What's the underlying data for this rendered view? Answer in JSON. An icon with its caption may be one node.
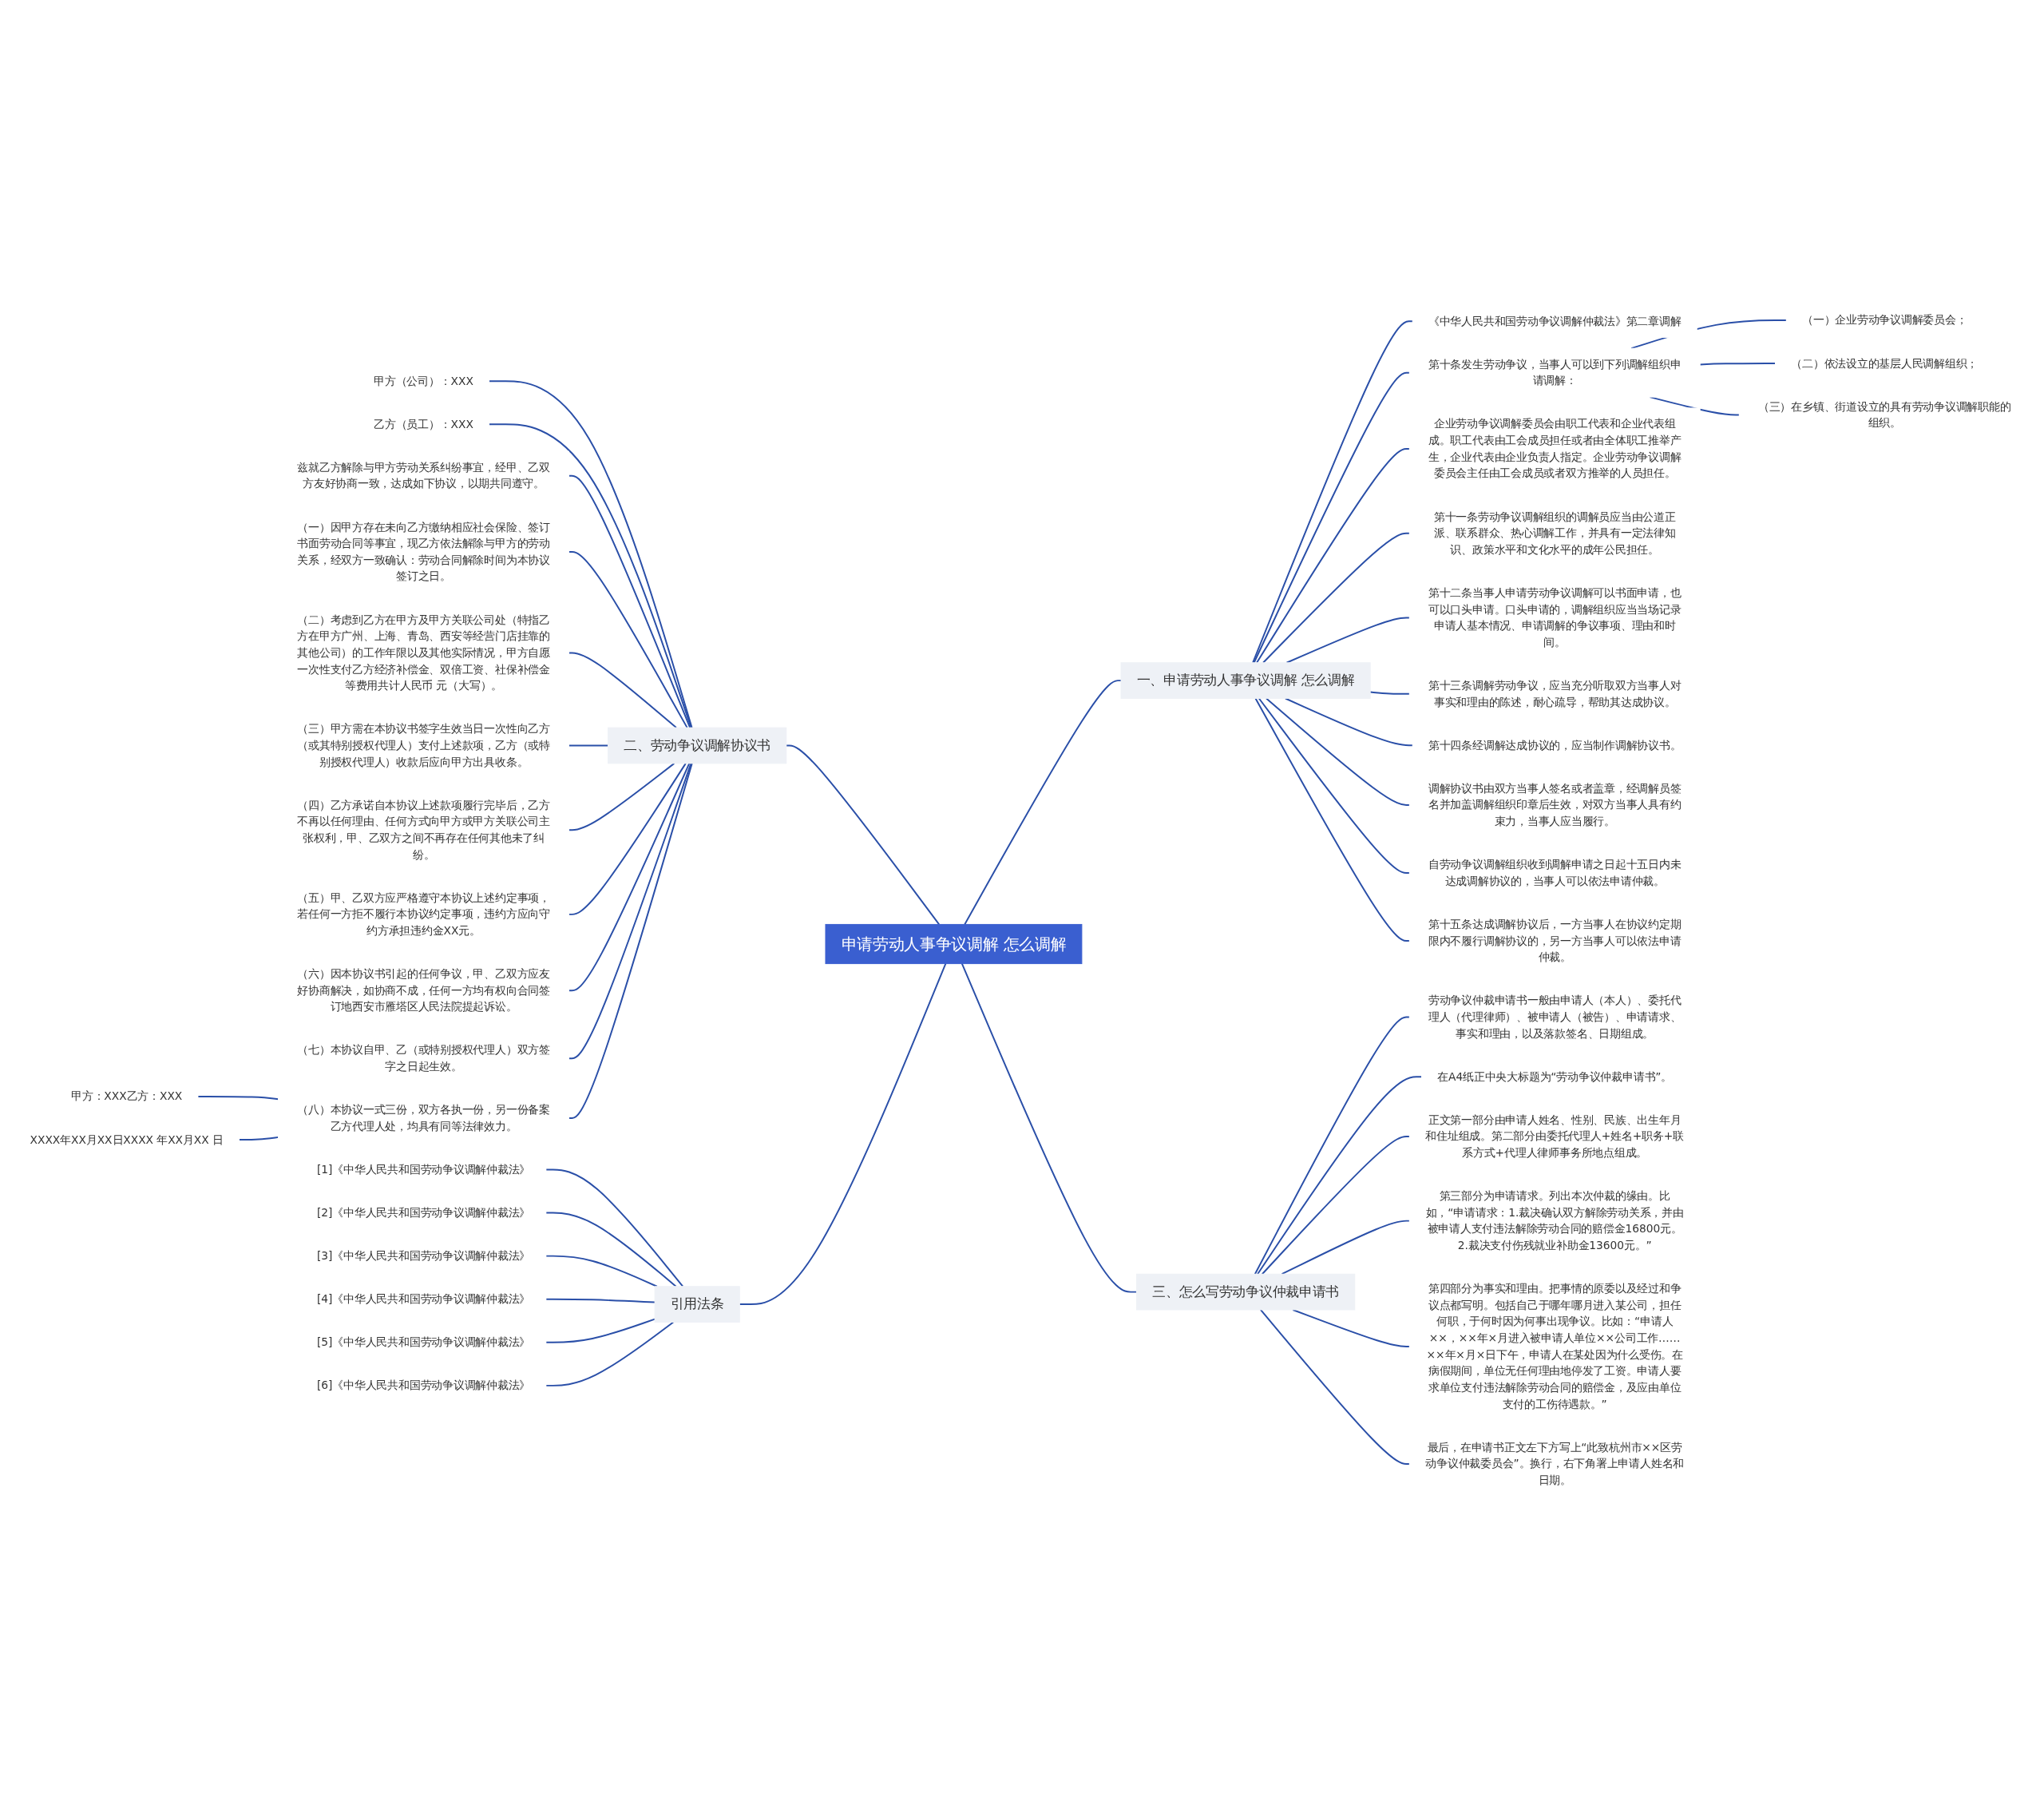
{
  "diagram": {
    "nodes": [
      {
        "text": [
          "申请劳动人事争议调解 怎么调解"
        ]
      },
      {
        "text": [
          "一、申请劳动人事争议调解 怎么调解"
        ]
      },
      {
        "text": [
          "《中华人民共和国劳动争议调解仲裁法》第二章调解"
        ]
      },
      {
        "text": [
          "第十条发生劳动争议，当事人可以到下列调解组织申请调解："
        ]
      },
      {
        "text": [
          "（一）企业劳动争议调解委员会；"
        ]
      },
      {
        "text": [
          "（二）依法设立的基层人民调解组织；"
        ]
      },
      {
        "text": [
          "（三）在乡镇、街道设立的具有劳动争议调解职能的组织。"
        ]
      },
      {
        "text": [
          "企业劳动争议调解委员会由职工代表和企业代表组成。职工代表由工会成员担任或者由全体职工推举产生，企业代表由企业负责人指定。企业劳动争议调解委员会主任由工会成员或者双方推举的人员担任。"
        ]
      },
      {
        "text": [
          "第十一条劳动争议调解组织的调解员应当由公道正派、联系群众、热心调解工作，并具有一定法律知识、政策水平和文化水平的成年公民担任。"
        ]
      },
      {
        "text": [
          "第十二条当事人申请劳动争议调解可以书面申请，也可以口头申请。口头申请的，调解组织应当当场记录申请人基本情况、申请调解的争议事项、理由和时间。"
        ]
      },
      {
        "text": [
          "第十三条调解劳动争议，应当充分听取双方当事人对事实和理由的陈述，耐心疏导，帮助其达成协议。"
        ]
      },
      {
        "text": [
          "第十四条经调解达成协议的，应当制作调解协议书。"
        ]
      },
      {
        "text": [
          "调解协议书由双方当事人签名或者盖章，经调解员签名并加盖调解组织印章后生效，对双方当事人具有约束力，当事人应当履行。"
        ]
      },
      {
        "text": [
          "自劳动争议调解组织收到调解申请之日起十五日内未达成调解协议的，当事人可以依法申请仲裁。"
        ]
      },
      {
        "text": [
          "第十五条达成调解协议后，一方当事人在协议约定期限内不履行调解协议的，另一方当事人可以依法申请仲裁。"
        ]
      },
      {
        "text": [
          "三、怎么写劳动争议仲裁申请书"
        ]
      },
      {
        "text": [
          "劳动争议仲裁申请书一般由申请人（本人）、委托代理人（代理律师）、被申请人（被告）、申请请求、事实和理由，以及落款签名、日期组成。"
        ]
      },
      {
        "text": [
          "在A4纸正中央大标题为“劳动争议仲裁申请书”。"
        ]
      },
      {
        "text": [
          "正文第一部分由申请人姓名、性别、民族、出生年月和住址组成。第二部分由委托代理人+姓名+职务+联系方式+代理人律师事务所地点组成。"
        ]
      },
      {
        "text": [
          "第三部分为申请请求。列出本次仲裁的缘由。比如，“申请请求：1.裁决确认双方解除劳动关系，并由被申请人支付违法解除劳动合同的赔偿金16800元。2.裁决支付伤残就业补助金13600元。”"
        ]
      },
      {
        "text": [
          "第四部分为事实和理由。把事情的原委以及经过和争议点都写明。包括自己于哪年哪月进入某公司，担任何职，于何时因为何事出现争议。比如：“申请人××，××年×月进入被申请人单位××公司工作……××年×月×日下午，申请人在某处因为什么受伤。在病假期间，单位无任何理由地停发了工资。申请人要求单位支付违法解除劳动合同的赔偿金，及应由单位支付的工伤待遇款。”"
        ]
      },
      {
        "text": [
          "最后，在申请书正文左下方写上“此致杭州市××区劳动争议仲裁委员会”。换行，右下角署上申请人姓名和日期。"
        ]
      },
      {
        "text": [
          "二、劳动争议调解协议书"
        ]
      },
      {
        "text": [
          "甲方（公司）：XXX"
        ]
      },
      {
        "text": [
          "乙方（员工）：XXX"
        ]
      },
      {
        "text": [
          "兹就乙方解除与甲方劳动关系纠纷事宜，经甲、乙双方友好协商一致，达成如下协议，以期共同遵守。"
        ]
      },
      {
        "text": [
          "（一）因甲方存在未向乙方缴纳相应社会保险、签订书面劳动合同等事宜，现乙方依法解除与甲方的劳动关系，经双方一致确认：劳动合同解除时间为本协议签订之日。"
        ]
      },
      {
        "text": [
          "（二）考虑到乙方在甲方及甲方关联公司处（特指乙方在甲方广州、上海、青岛、西安等经营门店挂靠的其他公司）的工作年限以及其他实际情况，甲方自愿一次性支付乙方经济补偿金、双倍工资、社保补偿金等费用共计人民币 元（大写）。"
        ]
      },
      {
        "text": [
          "（三）甲方需在本协议书签字生效当日一次性向乙方（或其特别授权代理人）支付上述款项，乙方（或特别授权代理人）收款后应向甲方出具收条。"
        ]
      },
      {
        "text": [
          "（四）乙方承诺自本协议上述款项履行完毕后，乙方不再以任何理由、任何方式向甲方或甲方关联公司主张权利，甲、乙双方之间不再存在任何其他未了纠纷。"
        ]
      },
      {
        "text": [
          "（五）甲、乙双方应严格遵守本协议上述约定事项，若任何一方拒不履行本协议约定事项，违约方应向守约方承担违约金XX元。"
        ]
      },
      {
        "text": [
          "（六）因本协议书引起的任何争议，甲、乙双方应友好协商解决，如协商不成，任何一方均有权向合同签订地西安市雁塔区人民法院提起诉讼。"
        ]
      },
      {
        "text": [
          "（七）本协议自甲、乙（或特别授权代理人）双方签字之日起生效。"
        ]
      },
      {
        "text": [
          "（八）本协议一式三份，双方各执一份，另一份备案乙方代理人处，均具有同等法律效力。"
        ]
      },
      {
        "text": [
          "甲方：XXX乙方：XXX"
        ]
      },
      {
        "text": [
          "XXXX年XX月XX日XXXX 年XX月XX 日"
        ]
      },
      {
        "text": [
          "引用法条"
        ]
      },
      {
        "text": [
          "[1]《中华人民共和国劳动争议调解仲裁法》"
        ]
      },
      {
        "text": [
          "[2]《中华人民共和国劳动争议调解仲裁法》"
        ]
      },
      {
        "text": [
          "[3]《中华人民共和国劳动争议调解仲裁法》"
        ]
      },
      {
        "text": [
          "[4]《中华人民共和国劳动争议调解仲裁法》"
        ]
      },
      {
        "text": [
          "[5]《中华人民共和国劳动争议调解仲裁法》"
        ]
      },
      {
        "text": [
          "[6]《中华人民共和国劳动争议调解仲裁法》"
        ]
      }
    ],
    "edges": [
      {
        "from": 0,
        "to": 1,
        "arrow": "none"
      },
      {
        "from": 1,
        "to": 2,
        "arrow": "none"
      },
      {
        "from": 1,
        "to": 3,
        "arrow": "none"
      },
      {
        "from": 3,
        "to": 4,
        "arrow": "none"
      },
      {
        "from": 3,
        "to": 5,
        "arrow": "none"
      },
      {
        "from": 3,
        "to": 6,
        "arrow": "none"
      },
      {
        "from": 1,
        "to": 7,
        "arrow": "none"
      },
      {
        "from": 1,
        "to": 8,
        "arrow": "none"
      },
      {
        "from": 1,
        "to": 9,
        "arrow": "none"
      },
      {
        "from": 1,
        "to": 10,
        "arrow": "none"
      },
      {
        "from": 1,
        "to": 11,
        "arrow": "none"
      },
      {
        "from": 1,
        "to": 12,
        "arrow": "none"
      },
      {
        "from": 1,
        "to": 13,
        "arrow": "none"
      },
      {
        "from": 1,
        "to": 14,
        "arrow": "none"
      },
      {
        "from": 0,
        "to": 15,
        "arrow": "none"
      },
      {
        "from": 15,
        "to": 16,
        "arrow": "none"
      },
      {
        "from": 15,
        "to": 17,
        "arrow": "none"
      },
      {
        "from": 15,
        "to": 18,
        "arrow": "none"
      },
      {
        "from": 15,
        "to": 19,
        "arrow": "none"
      },
      {
        "from": 15,
        "to": 20,
        "arrow": "none"
      },
      {
        "from": 15,
        "to": 21,
        "arrow": "none"
      },
      {
        "from": 0,
        "to": 22,
        "arrow": "none"
      },
      {
        "from": 22,
        "to": 23,
        "arrow": "none"
      },
      {
        "from": 22,
        "to": 24,
        "arrow": "none"
      },
      {
        "from": 22,
        "to": 25,
        "arrow": "none"
      },
      {
        "from": 22,
        "to": 26,
        "arrow": "none"
      },
      {
        "from": 22,
        "to": 27,
        "arrow": "none"
      },
      {
        "from": 22,
        "to": 28,
        "arrow": "none"
      },
      {
        "from": 22,
        "to": 29,
        "arrow": "none"
      },
      {
        "from": 22,
        "to": 30,
        "arrow": "none"
      },
      {
        "from": 22,
        "to": 31,
        "arrow": "none"
      },
      {
        "from": 22,
        "to": 32,
        "arrow": "none"
      },
      {
        "from": 22,
        "to": 33,
        "arrow": "none"
      },
      {
        "from": 33,
        "to": 34,
        "arrow": "none"
      },
      {
        "from": 33,
        "to": 35,
        "arrow": "none"
      },
      {
        "from": 0,
        "to": 36,
        "arrow": "none"
      },
      {
        "from": 36,
        "to": 37,
        "arrow": "none"
      },
      {
        "from": 36,
        "to": 38,
        "arrow": "none"
      },
      {
        "from": 36,
        "to": 39,
        "arrow": "none"
      },
      {
        "from": 36,
        "to": 40,
        "arrow": "none"
      },
      {
        "from": 36,
        "to": 41,
        "arrow": "none"
      },
      {
        "from": 36,
        "to": 42,
        "arrow": "none"
      }
    ]
  }
}
